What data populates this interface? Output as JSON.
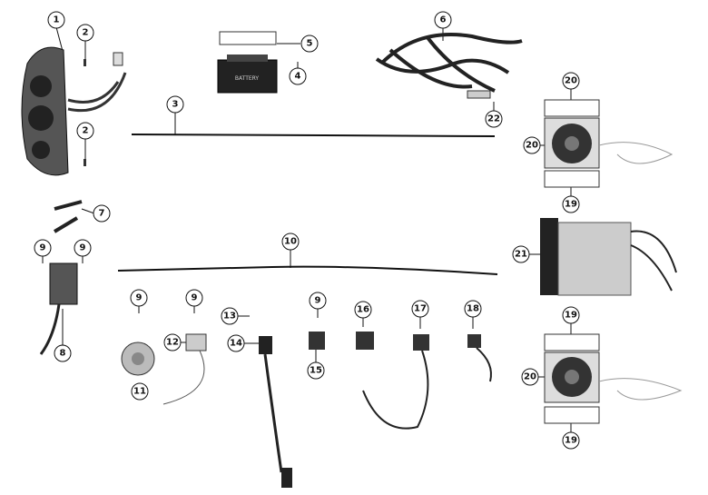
{
  "diagram": {
    "callouts": [
      "1",
      "2",
      "2",
      "3",
      "4",
      "5",
      "6",
      "22",
      "20",
      "20",
      "19",
      "7",
      "9",
      "9",
      "10",
      "21",
      "8",
      "9",
      "9",
      "11",
      "12",
      "13",
      "14",
      "9",
      "15",
      "16",
      "17",
      "18",
      "19",
      "20",
      "19"
    ],
    "battery_label": "BATTERY"
  }
}
